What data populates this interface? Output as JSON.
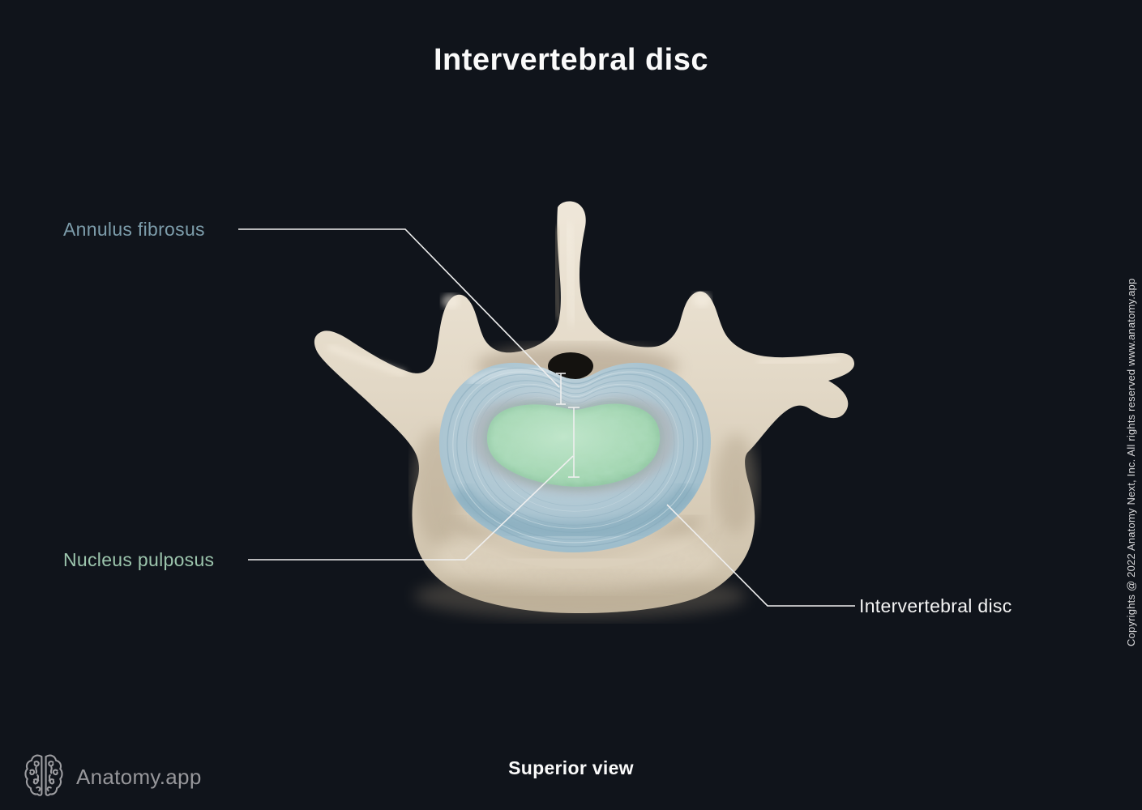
{
  "title": "Intervertebral disc",
  "view_caption": "Superior view",
  "brand": {
    "name": "Anatomy.app",
    "logo_icon": "brain-icon"
  },
  "copyright": "Copyrights @ 2022 Anatomy Next, Inc. All rights reserved www.anatomy.app",
  "labels": {
    "annulus": {
      "text": "Annulus fibrosus",
      "color": "#7d9dab"
    },
    "nucleus": {
      "text": "Nucleus pulposus",
      "color": "#9cc5ad"
    },
    "disc": {
      "text": "Intervertebral disc",
      "color": "#f4f4f4"
    }
  },
  "colors": {
    "background": "#10141b",
    "bone": "#e3dac9",
    "annulus_ring": "#a3c0ce",
    "nucleus_core": "#9bd0aa",
    "leader_line": "#efefef",
    "title_text": "#fafafa",
    "brand_text": "#97979b"
  }
}
